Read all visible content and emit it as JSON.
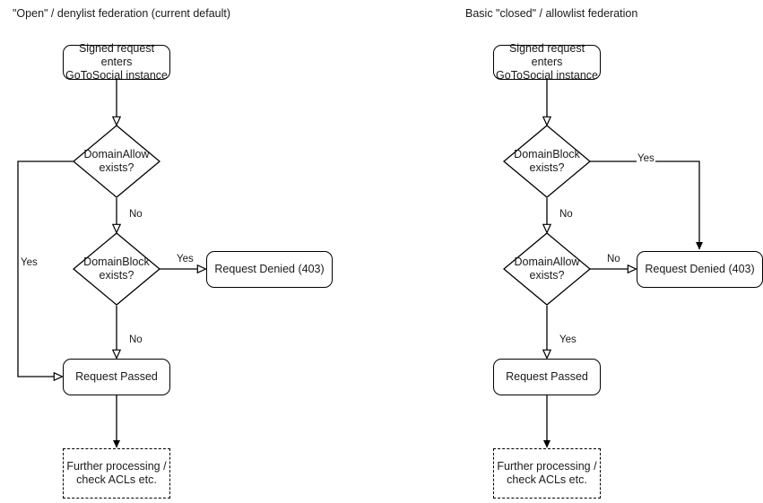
{
  "panels": [
    {
      "id": "left",
      "title": "\"Open\" / denylist federation (current default)",
      "nodes": {
        "start": "Signed request enters\nGoToSocial instance",
        "decision_1": "DomainAllow\nexists?",
        "decision_2": "DomainBlock\nexists?",
        "denied": "Request Denied (403)",
        "passed": "Request Passed",
        "further": "Further processing /\ncheck ACLs etc."
      },
      "edge_labels": {
        "d1_yes": "Yes",
        "d1_no": "No",
        "d2_yes": "Yes",
        "d2_no": "No"
      }
    },
    {
      "id": "right",
      "title": "Basic \"closed\" / allowlist federation",
      "nodes": {
        "start": "Signed request enters\nGoToSocial instance",
        "decision_1": "DomainBlock\nexists?",
        "decision_2": "DomainAllow\nexists?",
        "denied": "Request Denied (403)",
        "passed": "Request Passed",
        "further": "Further processing /\ncheck ACLs etc."
      },
      "edge_labels": {
        "d1_yes": "Yes",
        "d1_no": "No",
        "d2_no": "No",
        "d2_yes": "Yes"
      }
    }
  ],
  "colors": {
    "stroke": "#000000",
    "text": "#1a1a1a",
    "background": "#ffffff"
  }
}
